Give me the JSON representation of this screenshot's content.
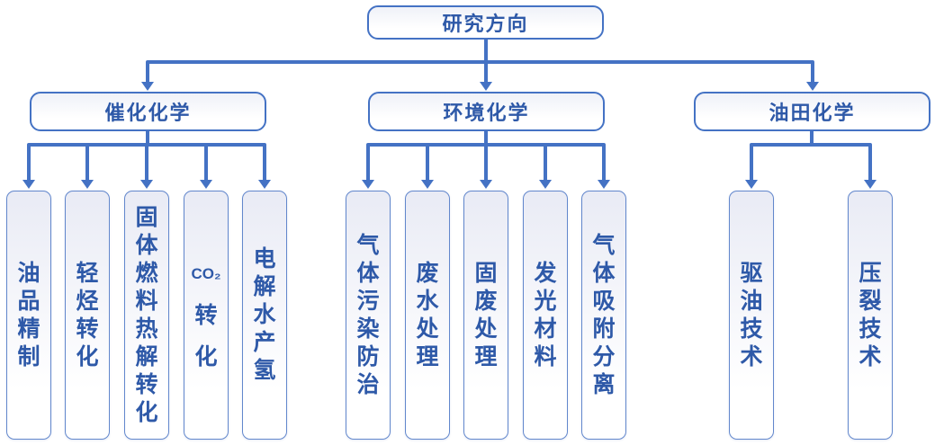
{
  "diagram": {
    "root": {
      "label": "研究方向"
    },
    "branches": [
      {
        "label": "催化化学",
        "children": [
          {
            "label": "油品精制",
            "lines": [
              "油",
              "品",
              "精",
              "制"
            ]
          },
          {
            "label": "轻烃转化",
            "lines": [
              "轻",
              "烃",
              "转",
              "化"
            ]
          },
          {
            "label": "固体燃料热解转化",
            "lines": [
              "固",
              "体",
              "燃",
              "料",
              "热",
              "解",
              "转",
              "化"
            ]
          },
          {
            "label": "CO₂转化",
            "lines": [
              "CO₂",
              "转",
              "化"
            ]
          },
          {
            "label": "电解水产氢",
            "lines": [
              "电",
              "解",
              "水",
              "产",
              "氢"
            ]
          }
        ]
      },
      {
        "label": "环境化学",
        "children": [
          {
            "label": "气体污染防治",
            "lines": [
              "气",
              "体",
              "污",
              "染",
              "防",
              "治"
            ]
          },
          {
            "label": "废水处理",
            "lines": [
              "废",
              "水",
              "处",
              "理"
            ]
          },
          {
            "label": "固废处理",
            "lines": [
              "固",
              "废",
              "处",
              "理"
            ]
          },
          {
            "label": "发光材料",
            "lines": [
              "发",
              "光",
              "材",
              "料"
            ]
          },
          {
            "label": "气体吸附分离",
            "lines": [
              "气",
              "体",
              "吸",
              "附",
              "分",
              "离"
            ]
          }
        ]
      },
      {
        "label": "油田化学",
        "children": [
          {
            "label": "驱油技术",
            "lines": [
              "驱",
              "油",
              "技",
              "术"
            ]
          },
          {
            "label": "压裂技术",
            "lines": [
              "压",
              "裂",
              "技",
              "术"
            ]
          }
        ]
      }
    ],
    "colors": {
      "line": "#4472C4",
      "border": "#4472C4",
      "leaf_border": "#6287CC",
      "text": "#2E59A8",
      "fill_top": "#E9EBF5",
      "fill_bottom": "#FFFFFF"
    }
  }
}
